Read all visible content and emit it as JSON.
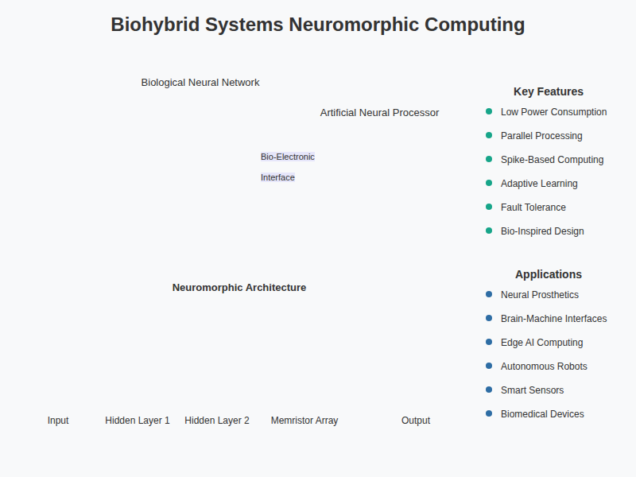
{
  "diagram": {
    "title": "Biohybrid Systems Neuromorphic Computing",
    "nodes": [
      {
        "text": [
          "Biological Neural Network"
        ]
      },
      {
        "text": [
          "Artificial Neural Processor"
        ]
      },
      {
        "text": [
          "Key Features",
          "Low Power Consumption",
          "Parallel Processing",
          "Spike-Based Computing",
          "Adaptive Learning",
          "Fault Tolerance",
          "Bio-Inspired Design"
        ]
      },
      {
        "text": [
          "Neuromorphic Architecture"
        ]
      },
      {
        "text": [
          "Applications",
          "Neural Prosthetics",
          "Brain-Machine Interfaces",
          "Edge AI Computing",
          "Autonomous Robots",
          "Smart Sensors",
          "Biomedical Devices"
        ]
      }
    ],
    "edges": [
      {
        "from": 0,
        "to": 1,
        "arrow": "none",
        "label": "Bio-Electronic Interface"
      }
    ],
    "labels": [
      "Input",
      "Hidden Layer 1",
      "Hidden Layer 2",
      "Memristor Array",
      "Output"
    ]
  }
}
